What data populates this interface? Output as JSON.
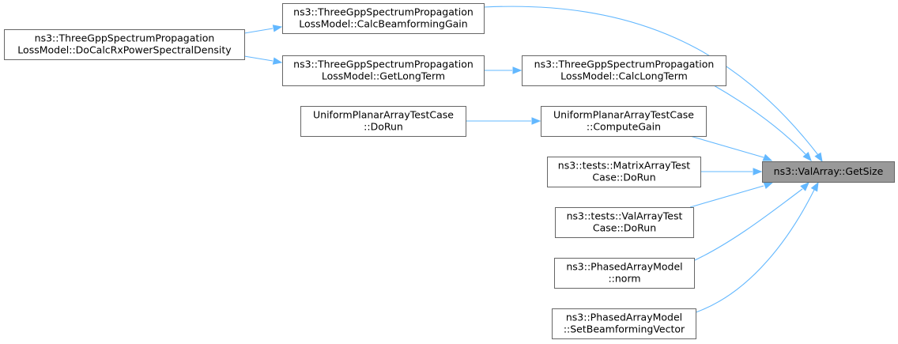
{
  "diagram": {
    "nodes": [
      {
        "id": "getsize",
        "lines": [
          "ns3::ValArray::GetSize"
        ],
        "focus": true
      },
      {
        "id": "calcbeam",
        "lines": [
          "ns3::ThreeGppSpectrumPropagation",
          "LossModel::CalcBeamformingGain"
        ]
      },
      {
        "id": "docalc",
        "lines": [
          "ns3::ThreeGppSpectrumPropagation",
          "LossModel::DoCalcRxPowerSpectralDensity"
        ]
      },
      {
        "id": "getlong",
        "lines": [
          "ns3::ThreeGppSpectrumPropagation",
          "LossModel::GetLongTerm"
        ]
      },
      {
        "id": "calclong",
        "lines": [
          "ns3::ThreeGppSpectrumPropagation",
          "LossModel::CalcLongTerm"
        ]
      },
      {
        "id": "upadorun",
        "lines": [
          "UniformPlanarArrayTestCase",
          "::DoRun"
        ]
      },
      {
        "id": "computegain",
        "lines": [
          "UniformPlanarArrayTestCase",
          "::ComputeGain"
        ]
      },
      {
        "id": "matrixrun",
        "lines": [
          "ns3::tests::MatrixArrayTest",
          "Case::DoRun"
        ]
      },
      {
        "id": "valrun",
        "lines": [
          "ns3::tests::ValArrayTest",
          "Case::DoRun"
        ]
      },
      {
        "id": "norm",
        "lines": [
          "ns3::PhasedArrayModel",
          "::norm"
        ]
      },
      {
        "id": "setbeam",
        "lines": [
          "ns3::PhasedArrayModel",
          "::SetBeamformingVector"
        ]
      }
    ],
    "edges": [
      {
        "from": "calcbeam",
        "to": "getsize"
      },
      {
        "from": "docalc",
        "to": "calcbeam"
      },
      {
        "from": "docalc",
        "to": "getlong"
      },
      {
        "from": "getlong",
        "to": "calclong"
      },
      {
        "from": "calclong",
        "to": "getsize"
      },
      {
        "from": "upadorun",
        "to": "computegain"
      },
      {
        "from": "computegain",
        "to": "getsize"
      },
      {
        "from": "matrixrun",
        "to": "getsize"
      },
      {
        "from": "valrun",
        "to": "getsize"
      },
      {
        "from": "norm",
        "to": "getsize"
      },
      {
        "from": "setbeam",
        "to": "getsize"
      }
    ],
    "colors": {
      "edge": "#63b8ff",
      "node_border": "#666666",
      "node_fill": "#ffffff",
      "focus_fill": "#999999"
    }
  }
}
